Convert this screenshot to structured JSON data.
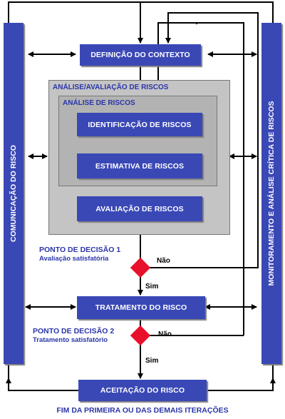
{
  "sidebars": {
    "left": "COMUNICAÇÃO DO RISCO",
    "right": "MONITORAMENTO E ANÁLISE CRÍTICA DE RISCOS"
  },
  "groups": {
    "outer": "ANÁLISE/AVALIAÇÃO DE RISCOS",
    "inner": "ANÁLISE DE RISCOS"
  },
  "boxes": {
    "context": "DEFINIÇÃO DO CONTEXTO",
    "identification": "IDENTIFICAÇÃO DE RISCOS",
    "estimation": "ESTIMATIVA DE RISCOS",
    "evaluation": "AVALIAÇÃO DE RISCOS",
    "treatment": "TRATAMENTO DO RISCO",
    "acceptance": "ACEITAÇÃO DO RISCO"
  },
  "decisions": {
    "d1": {
      "title": "PONTO DE DECISÃO 1",
      "subtitle": "Avaliação satisfatória"
    },
    "d2": {
      "title": "PONTO DE DECISÃO 2",
      "subtitle": "Tratamento satisfatório"
    }
  },
  "edges": {
    "no": "Não",
    "yes": "Sim"
  },
  "footer": "FIM DA PRIMEIRA OU DAS DEMAIS ITERAÇÕES",
  "colors": {
    "box": "#3a48b6",
    "diamond": "#e8102a",
    "text_accent": "#2a35a8"
  }
}
